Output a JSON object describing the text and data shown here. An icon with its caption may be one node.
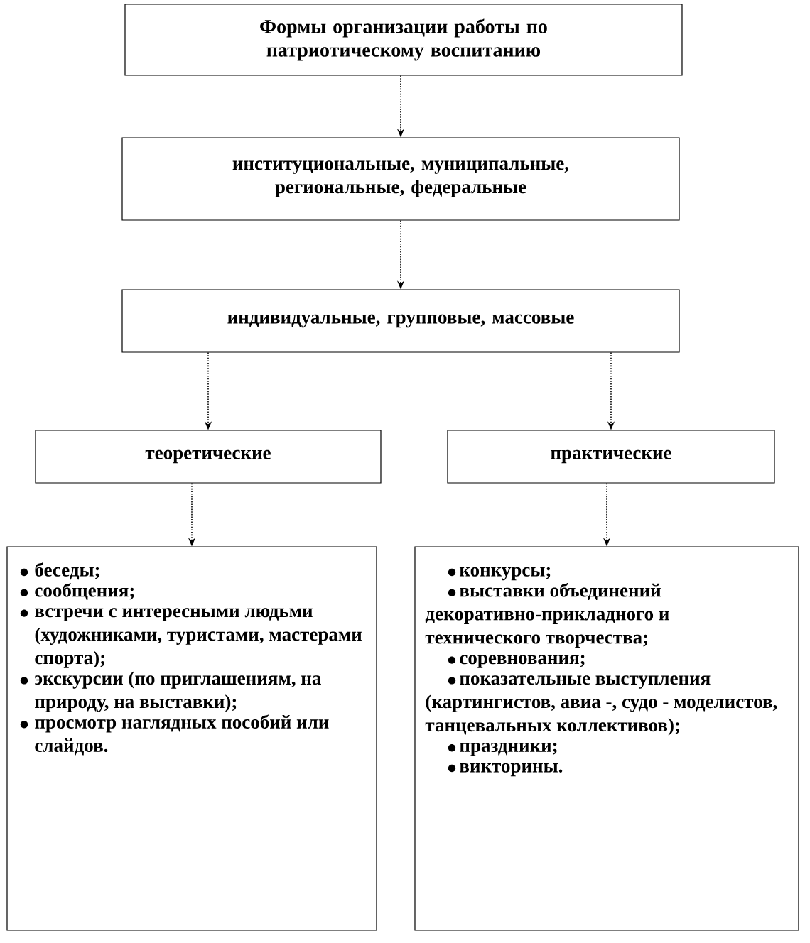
{
  "diagram": {
    "nodes": [
      {
        "text": [
          "Формы организации  работы по патриотическому воспитанию"
        ]
      },
      {
        "text": [
          "институциональные, муниципальные, региональные, федеральные"
        ]
      },
      {
        "text": [
          "индивидуальные, групповые, массовые"
        ]
      },
      {
        "text": [
          "теоретические"
        ]
      },
      {
        "text": [
          "практические"
        ]
      },
      {
        "text": [
          "беседы;",
          "сообщения;",
          "встречи с интересными людьми (художниками, туристами, мастерами спорта);",
          "экскурсии (по приглашениям, на природу, на выставки);",
          "просмотр наглядных пособий или слайдов."
        ]
      },
      {
        "text": [
          "конкурсы;",
          "выставки объединений декоративно-прикладного и технического творчества;",
          "соревнования;",
          "показательные выступления (картингистов, авиа -, судо - моделистов, танцевальных коллективов);",
          "праздники;",
          "викторины."
        ]
      }
    ],
    "edges": [
      {
        "from": 0,
        "to": 1,
        "arrow": "to"
      },
      {
        "from": 1,
        "to": 2,
        "arrow": "to"
      },
      {
        "from": 2,
        "to": 3,
        "arrow": "to"
      },
      {
        "from": 2,
        "to": 4,
        "arrow": "to"
      },
      {
        "from": 3,
        "to": 5,
        "arrow": "to"
      },
      {
        "from": 4,
        "to": 6,
        "arrow": "to"
      }
    ]
  }
}
